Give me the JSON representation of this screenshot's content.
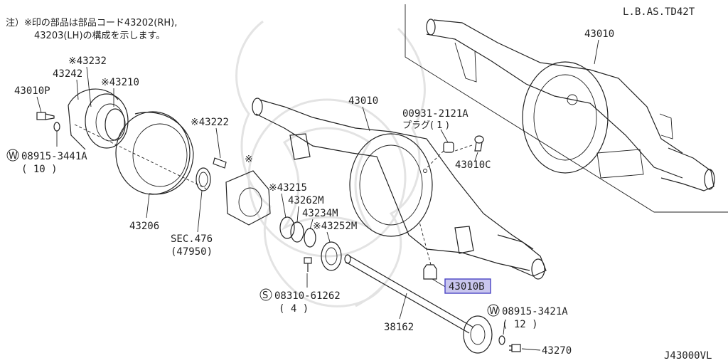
{
  "note": {
    "line1": "注）※印の部品は部品コード43202(RH),",
    "line2": "43203(LH)の構成を示します。"
  },
  "model_code": "L.B.AS.TD42T",
  "diagram_code": "J43000VL",
  "callouts": {
    "c43232": "※43232",
    "c43242": "43242",
    "c43210": "※43210",
    "c43010p": "43010P",
    "c08915_3441a": "08915-3441A",
    "c08915_3441a_qty": "( 10 )",
    "c43206": "43206",
    "c43222": "※43222",
    "star": "※",
    "c43215": "※43215",
    "c43262m": "43262M",
    "c43234m": "43234M",
    "c43252m": "※43252M",
    "sec476": "SEC.476",
    "sec476_ref": "(47950)",
    "c08310_61262": "08310-61262",
    "c08310_61262_qty": "( 4 )",
    "c38162": "38162",
    "c08915_3421a": "08915-3421A",
    "c08915_3421a_qty": "( 12 )",
    "c43270": "43270",
    "c43010_main": "43010",
    "c43010_detail": "43010",
    "c00931": "00931-2121A",
    "plug": "プラグ( 1 )",
    "c43010c": "43010C",
    "c43010b": "43010B",
    "circle_w": "W",
    "circle_s": "S"
  },
  "colors": {
    "highlight_fill": "#c9c6ee",
    "highlight_stroke": "#4a44c4"
  }
}
